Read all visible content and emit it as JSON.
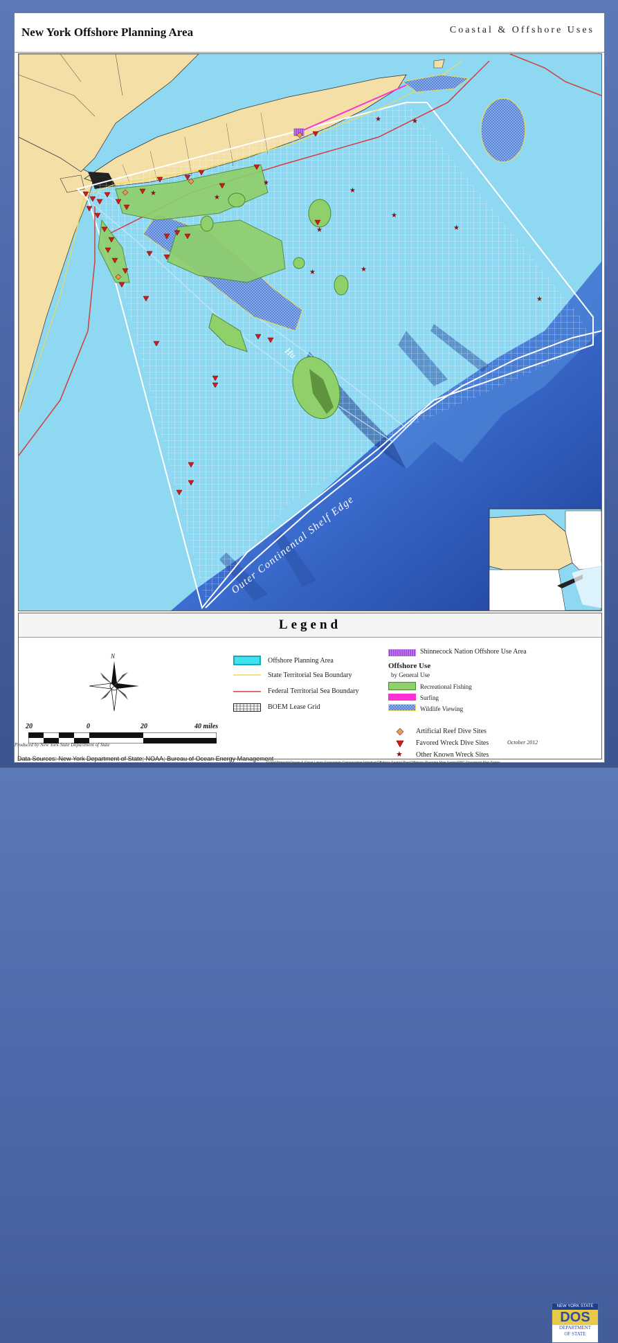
{
  "header": {
    "title": "New York Offshore Planning Area",
    "subtitle": "Coastal & Offshore Uses"
  },
  "map": {
    "label_canyon": "Hu",
    "label_shelf_edge": "Outer Continental Shelf Edge",
    "colors": {
      "ocean": "#86d3ef",
      "deep_ocean": "#2f5fc4",
      "land": "#f7e4ac",
      "grid": "#ffffff",
      "recreational_fishing": "#8fd06a",
      "wildlife_viewing": "#5f87d6",
      "federal_boundary": "#d63b3b",
      "state_boundary": "#e8dc5a",
      "wreck_marker": "#d01c1c",
      "other_wreck": "#7b1414",
      "reef": "#e79b5c"
    }
  },
  "legend": {
    "title": "Legend",
    "items": {
      "planning_area": "Offshore Planning Area",
      "state_boundary": "State Territorial Sea Boundary",
      "federal_boundary": "Federal Territorial Sea Boundary",
      "lease_grid": "BOEM Lease Grid",
      "shinnecock": "Shinnecock Nation Offshore Use Area",
      "offshore_use_head": "Offshore Use",
      "offshore_use_sub": "by General Use",
      "rec_fishing": "Recreational Fishing",
      "surfing": "Surfing",
      "wildlife": "Wildlife Viewing",
      "reef": "Artificial Reef Dive Sites",
      "favored_wreck": "Favored Wreck Dive Sites",
      "other_wreck": "Other Known Wreck Sites"
    },
    "compass_north": "N",
    "scale": {
      "left": "20",
      "zero": "0",
      "mid": "20",
      "right": "40 miles"
    },
    "produced_by": "Produced by New York State Department of State",
    "date": "October 2012",
    "logo": {
      "top": "NEW YORK STATE",
      "mark": "DOS",
      "line1": "DEPARTMENT",
      "line2": "OF STATE"
    }
  },
  "footer": {
    "sources": "Data Sources:  New York Department of State; NOAA; Bureau of Ocean Energy Management",
    "path": "G:\\gis\\Projects\\Ocean & Great Lakes Ecosystem Conservation Initiative\\Offshore Spatial Plan\\Offshore Planning Map Series\\RPC Document Map Series"
  }
}
